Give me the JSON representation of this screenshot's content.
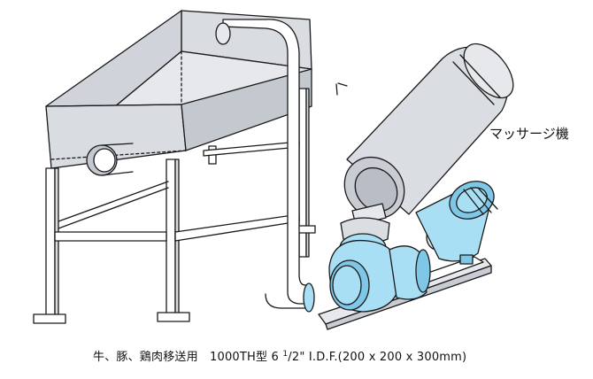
{
  "labels": {
    "machine": "マッサージ機"
  },
  "caption": {
    "prefix": "牛、豚、鶏肉移送用　1000TH型 6 ",
    "superscript": "1",
    "suffix": "/2\" I.D.F.(200 x 200 x 300mm)"
  },
  "colors": {
    "hopper": "#d9dce1",
    "hopper_dark": "#c4c8cf",
    "massager": "#dadde2",
    "pump_body": "#a9dff4",
    "pump_dark": "#7ec7e6",
    "pipe": "#ffffff",
    "outline": "#1a1a1a"
  }
}
